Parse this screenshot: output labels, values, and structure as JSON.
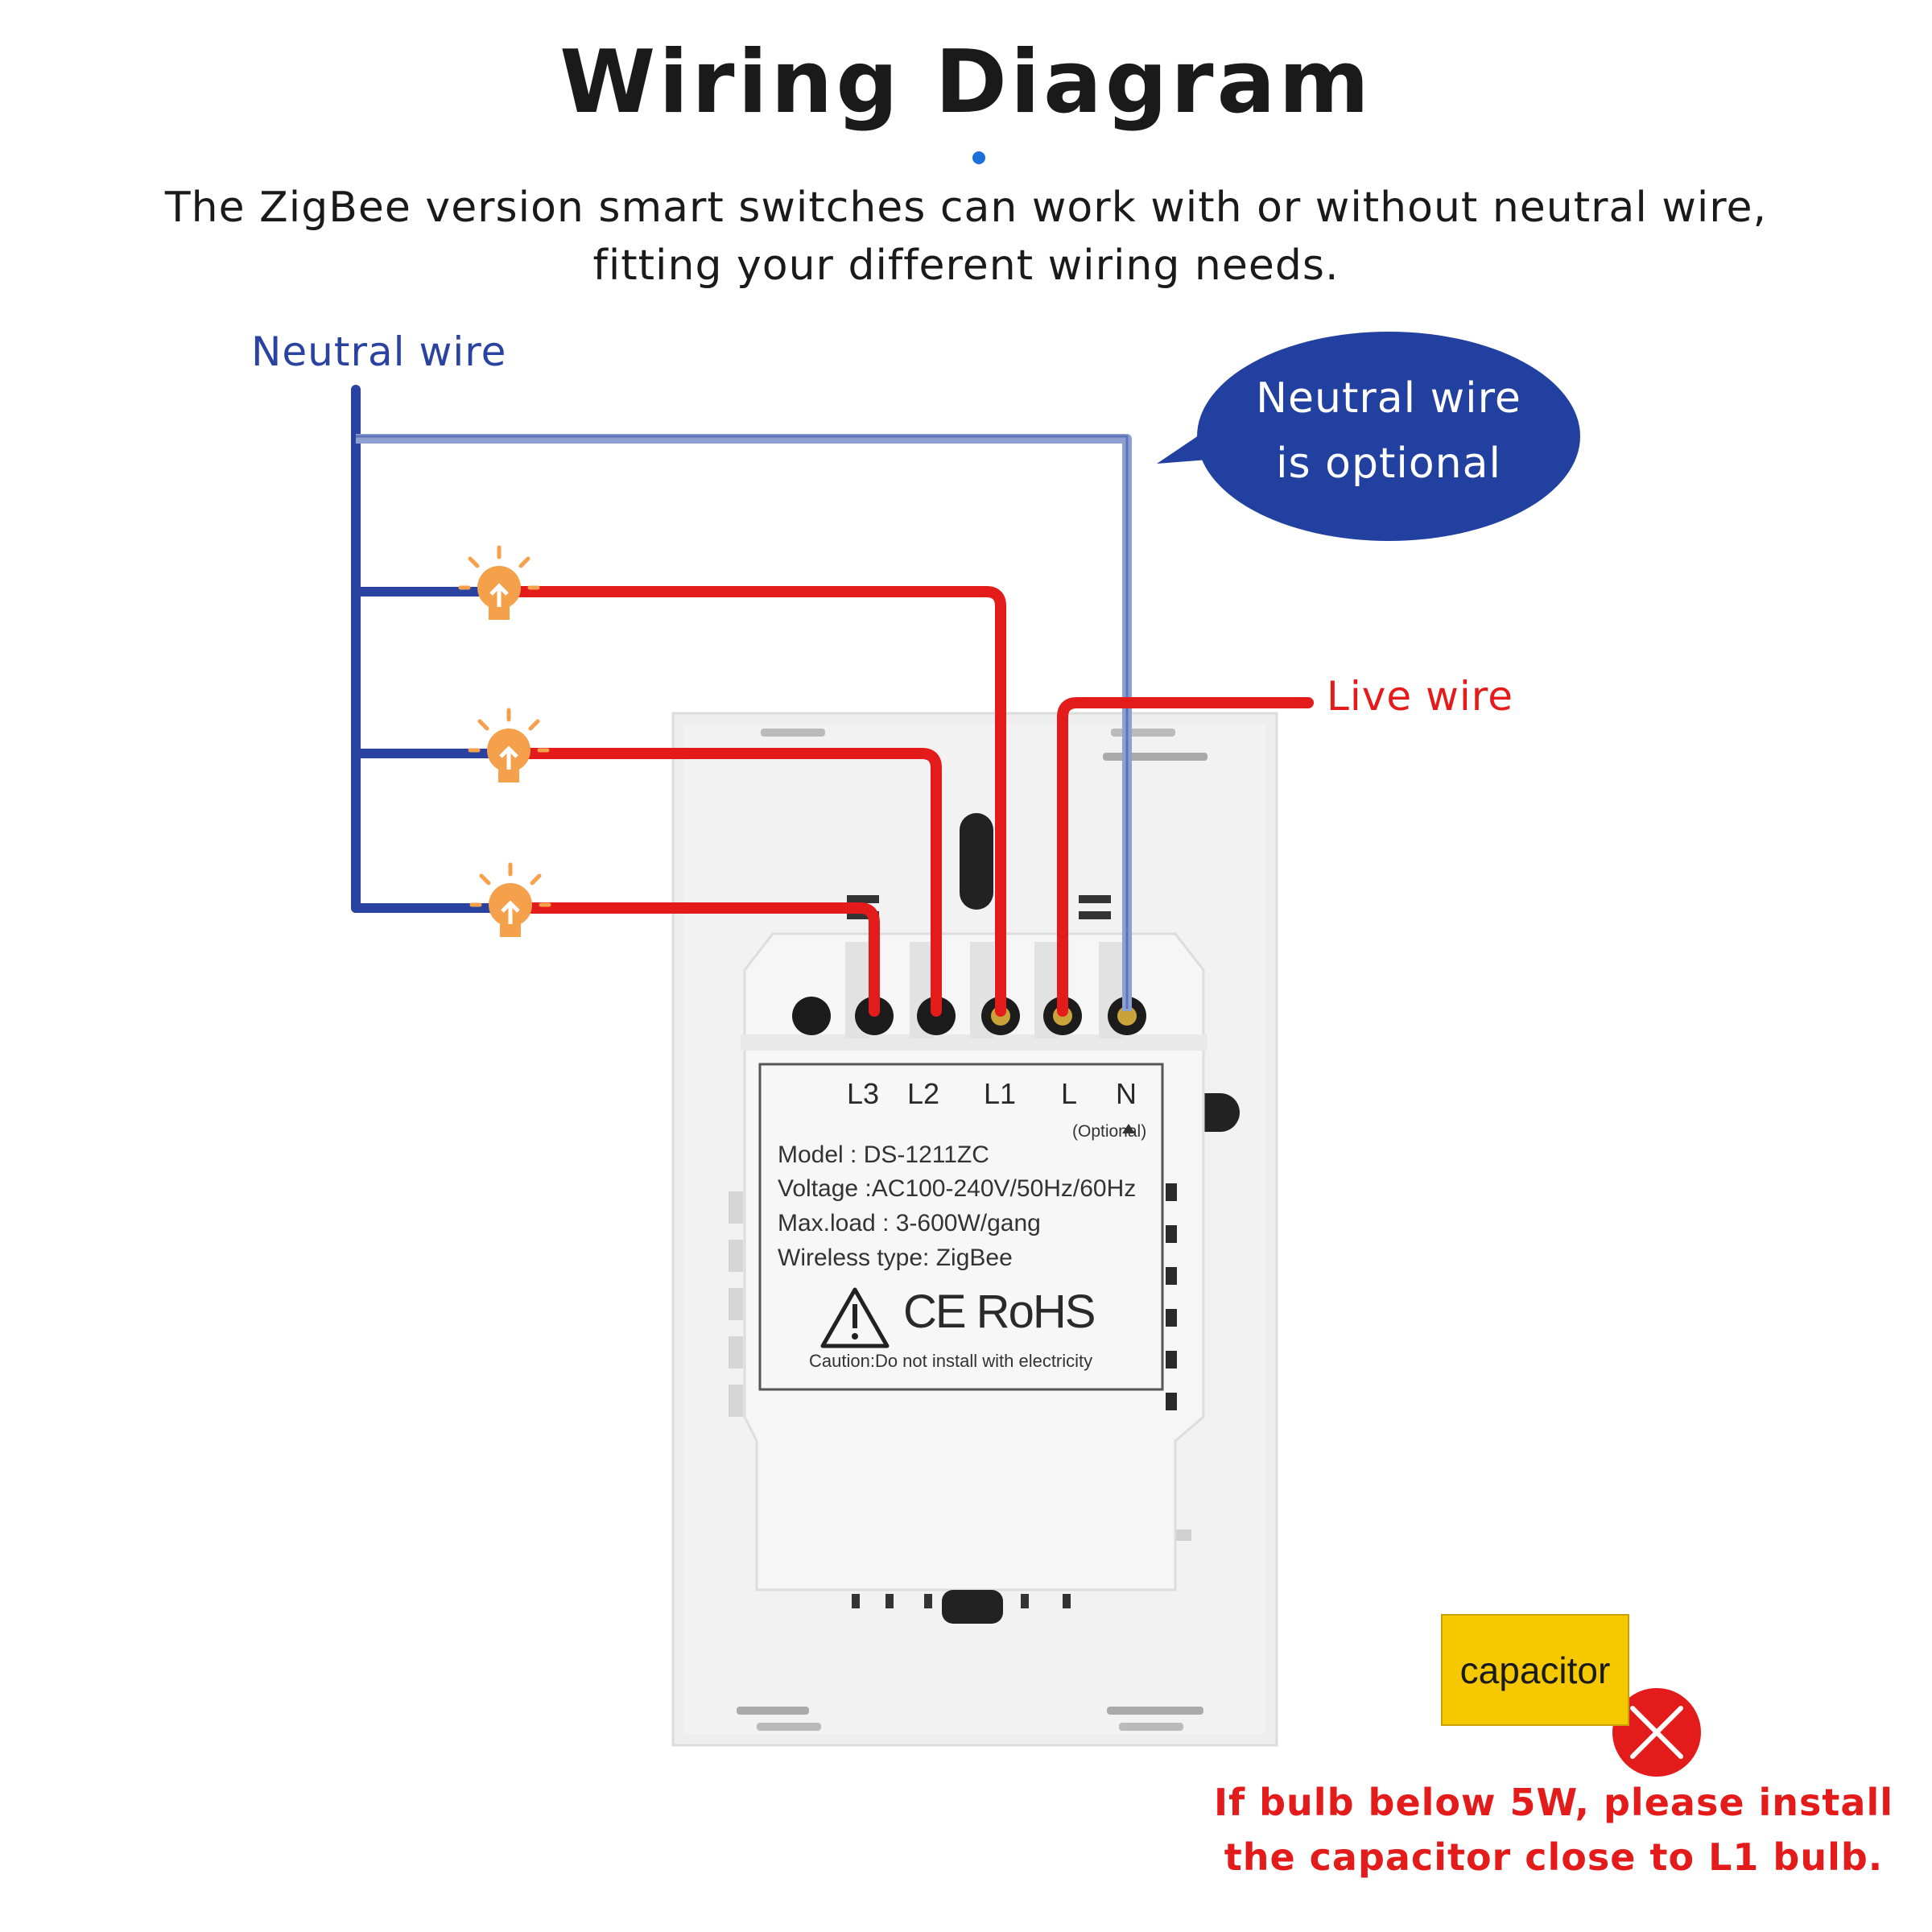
{
  "title": "Wiring Diagram",
  "subtitle": {
    "line1": "The ZigBee version smart switches can work with or without neutral wire,",
    "line2": "fitting your different wiring needs."
  },
  "labels": {
    "neutral_wire": "Neutral wire",
    "live_wire": "Live wire"
  },
  "bubble": {
    "line1": "Neutral wire",
    "line2": "is optional"
  },
  "terminals": [
    "L3",
    "L2",
    "L1",
    "L",
    "N"
  ],
  "terminal_note": "(Optional)",
  "specs": {
    "model": "Model : DS-1211ZC",
    "voltage": "Voltage :AC100-240V/50Hz/60Hz",
    "max_load": "Max.load : 3-600W/gang",
    "wireless": "Wireless type: ZigBee"
  },
  "certification": "CE RoHS",
  "caution": "Caution:Do not install with electricity",
  "capacitor": {
    "label": "capacitor",
    "warning_line1": "If bulb below 5W, please install",
    "warning_line2": "the capacitor close to L1 bulb."
  },
  "colors": {
    "neutral": "#2a43a0",
    "live": "#e31b1b",
    "neutral_light": "#8ea0d2",
    "bulb": "#f5a04a",
    "bubble": "#2240a0",
    "capacitor": "#f5c800",
    "no_mark": "#e31b1b"
  }
}
